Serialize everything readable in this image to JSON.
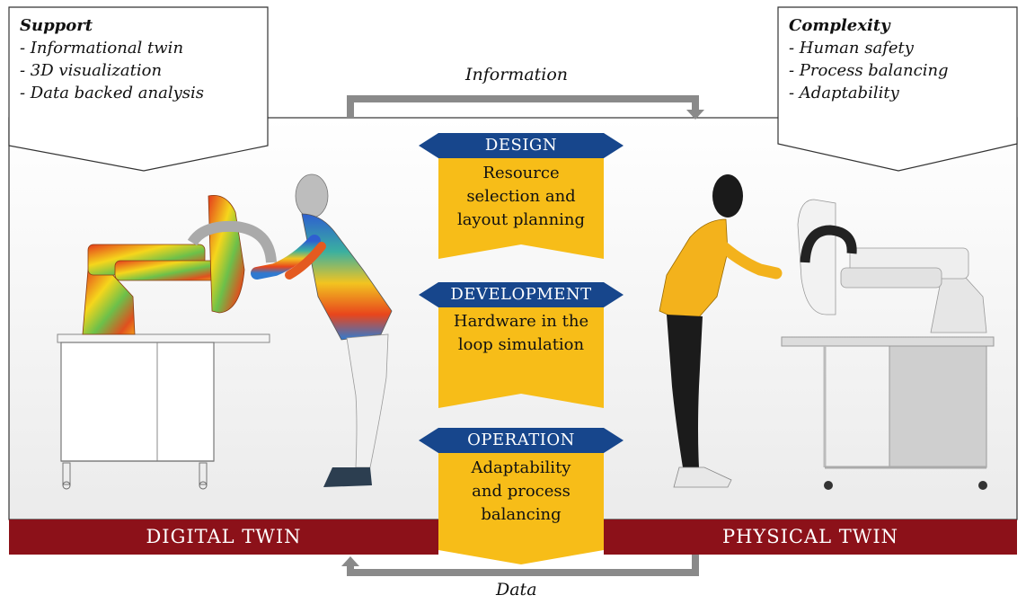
{
  "support": {
    "title": "Support",
    "items": [
      "- Informational twin",
      "- 3D visualization",
      "- Data backed analysis"
    ]
  },
  "complexity": {
    "title": "Complexity",
    "items": [
      "- Human safety",
      "- Process balancing",
      "- Adaptability"
    ]
  },
  "flows": {
    "top": "Information",
    "bottom": "Data"
  },
  "phases": [
    {
      "title": "DESIGN",
      "lines": [
        "Resource",
        "selection and",
        "layout planning"
      ]
    },
    {
      "title": "DEVELOPMENT",
      "lines": [
        "Hardware in the",
        "loop simulation"
      ]
    },
    {
      "title": "OPERATION",
      "lines": [
        "Adaptability",
        "and process",
        "balancing"
      ]
    }
  ],
  "twins": {
    "left": "DIGITAL TWIN",
    "right": "PHYSICAL TWIN"
  },
  "colors": {
    "blue": "#17468c",
    "yellow": "#f7bd18",
    "maroon": "#8c1119",
    "gray": "#8a8a8a"
  }
}
